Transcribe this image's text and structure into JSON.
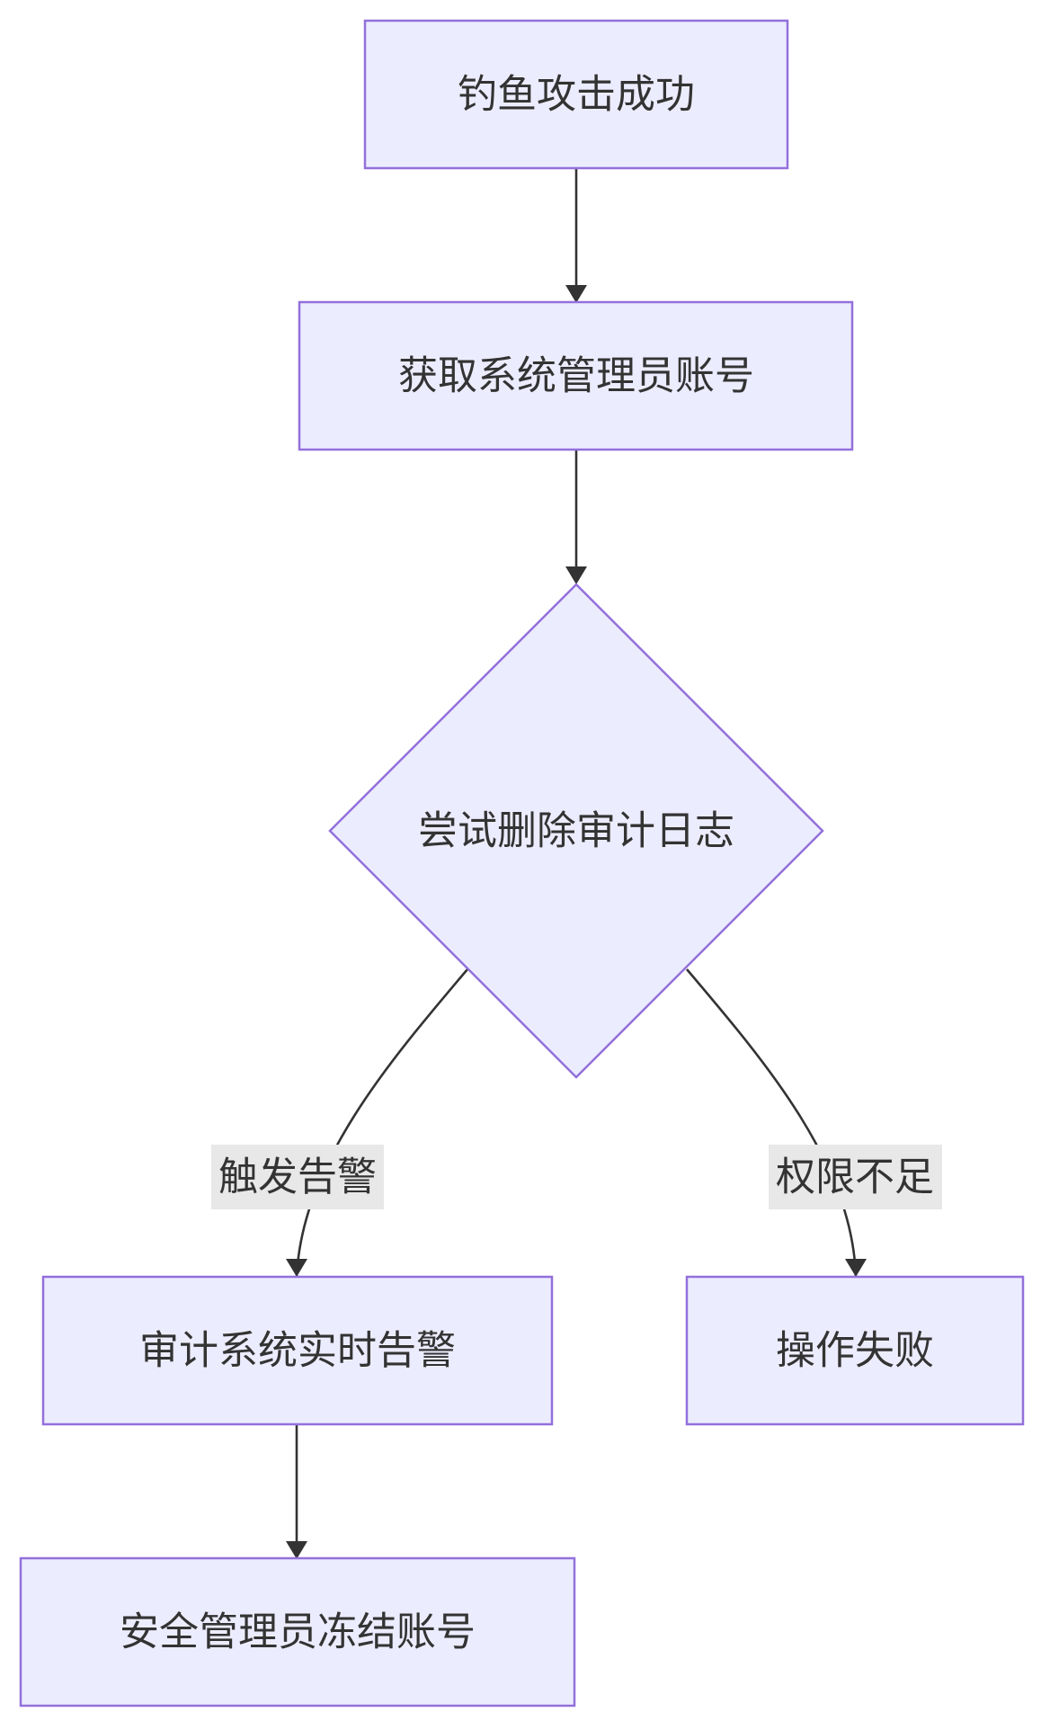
{
  "nodes": {
    "phishing_success": "钓鱼攻击成功",
    "obtain_admin_account": "获取系统管理员账号",
    "try_delete_audit_log": "尝试删除审计日志",
    "audit_realtime_alert": "审计系统实时告警",
    "operation_failed": "操作失败",
    "security_admin_freeze": "安全管理员冻结账号"
  },
  "edges": {
    "trigger_alert": "触发告警",
    "insufficient_permission": "权限不足"
  },
  "colors": {
    "node_fill": "#ececff",
    "node_stroke": "#9370db",
    "edge_stroke": "#333333",
    "label_background": "#e8e8e8",
    "text": "#333333"
  }
}
